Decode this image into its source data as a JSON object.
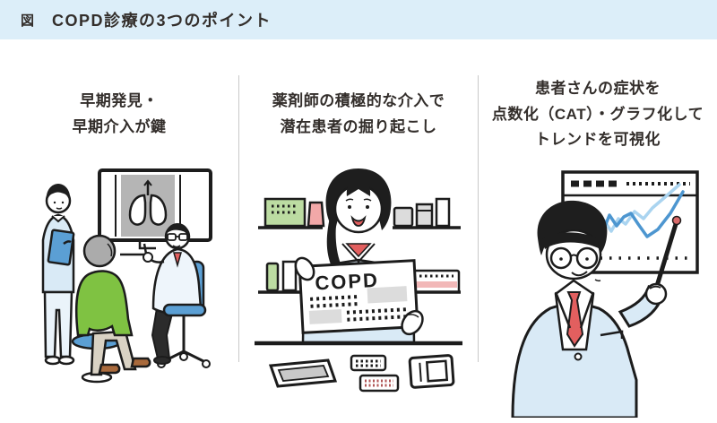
{
  "header": {
    "figure_label": "図",
    "title": "COPD診療の3つのポイント",
    "bg_color": "#dceef9",
    "text_color": "#332e2b"
  },
  "panels": [
    {
      "id": "early-detection",
      "caption_lines": [
        "早期発見・",
        "早期介入が鍵"
      ],
      "illustration_alt": "doctor showing a lung X-ray monitor to a seated patient while a nurse with a clipboard stands by"
    },
    {
      "id": "pharmacist-intervention",
      "caption_lines": [
        "薬剤師の積極的な介入で",
        "潜在患者の掘り起こし"
      ],
      "board_text": "COPD",
      "illustration_alt": "pharmacist at a pharmacy counter holding an information board labeled COPD"
    },
    {
      "id": "trend-visualization",
      "caption_lines": [
        "患者さんの症状を",
        "点数化（CAT）・グラフ化して",
        "トレンドを可視化"
      ],
      "illustration_alt": "doctor with glasses pointing a stick at an upward-trending line chart"
    }
  ],
  "colors": {
    "outline": "#1c1c1c",
    "hair_black": "#1e1e1e",
    "hair_gray": "#ababab",
    "scrubs_light_blue": "#d9eaf6",
    "coat_light_blue": "#d9eaf6",
    "accent_blue": "#5b9fd4",
    "chart_line_light": "#aad4f0",
    "chart_line_blue": "#4d96d0",
    "sweater_green": "#7fc242",
    "shelf_green": "#bcdca2",
    "shelf_pink": "#f2a8a8",
    "tie_red": "#e25f5f",
    "xray_gray": "#b5b5b5",
    "tray_gray": "#c9c9c9",
    "divider_gray": "#c9c9c9"
  }
}
